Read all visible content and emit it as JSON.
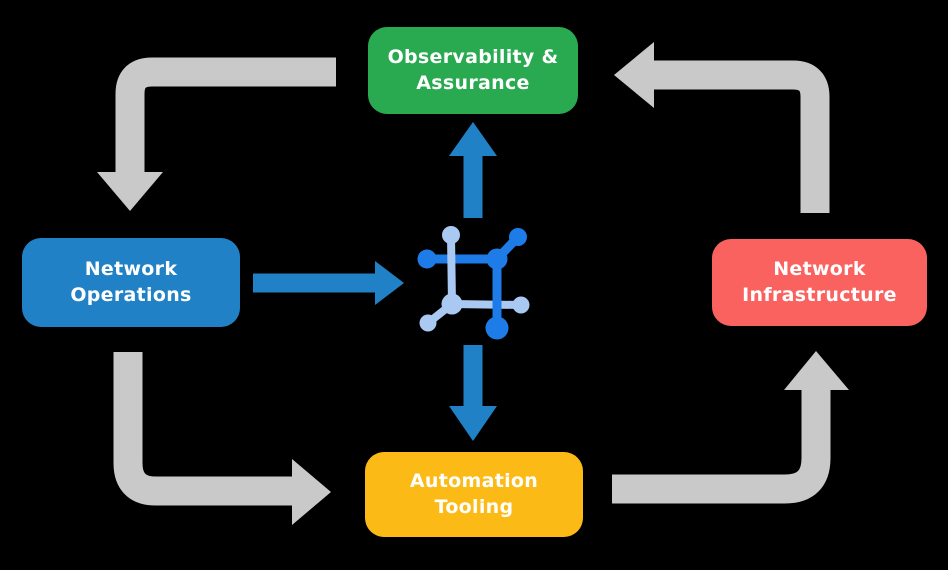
{
  "colors": {
    "background": "#000000",
    "arrow_gray": "#C9C9C9",
    "flow_blue": "#2181C6",
    "icon_dark_blue": "#1E7CE9",
    "icon_light_blue": "#A9C9F3",
    "text_white": "#FFFFFF",
    "node_green": "#29AA50",
    "node_blue": "#2181C6",
    "node_red": "#FA625F",
    "node_yellow": "#FBBA16"
  },
  "nodes": {
    "observability": {
      "label": "Observability &\nAssurance",
      "color": "#29AA50"
    },
    "operations": {
      "label": "Network\nOperations",
      "color": "#2181C6"
    },
    "infrastructure": {
      "label": "Network\nInfrastructure",
      "color": "#FA625F"
    },
    "automation": {
      "label": "Automation\nTooling",
      "color": "#FBBA16"
    }
  },
  "icons": {
    "center": "network-mesh-icon"
  },
  "flows": {
    "cycle": [
      "observability -> operations",
      "operations -> automation",
      "automation -> infrastructure",
      "infrastructure -> observability"
    ],
    "hub": [
      "operations -> center",
      "center -> observability",
      "center -> automation"
    ]
  }
}
